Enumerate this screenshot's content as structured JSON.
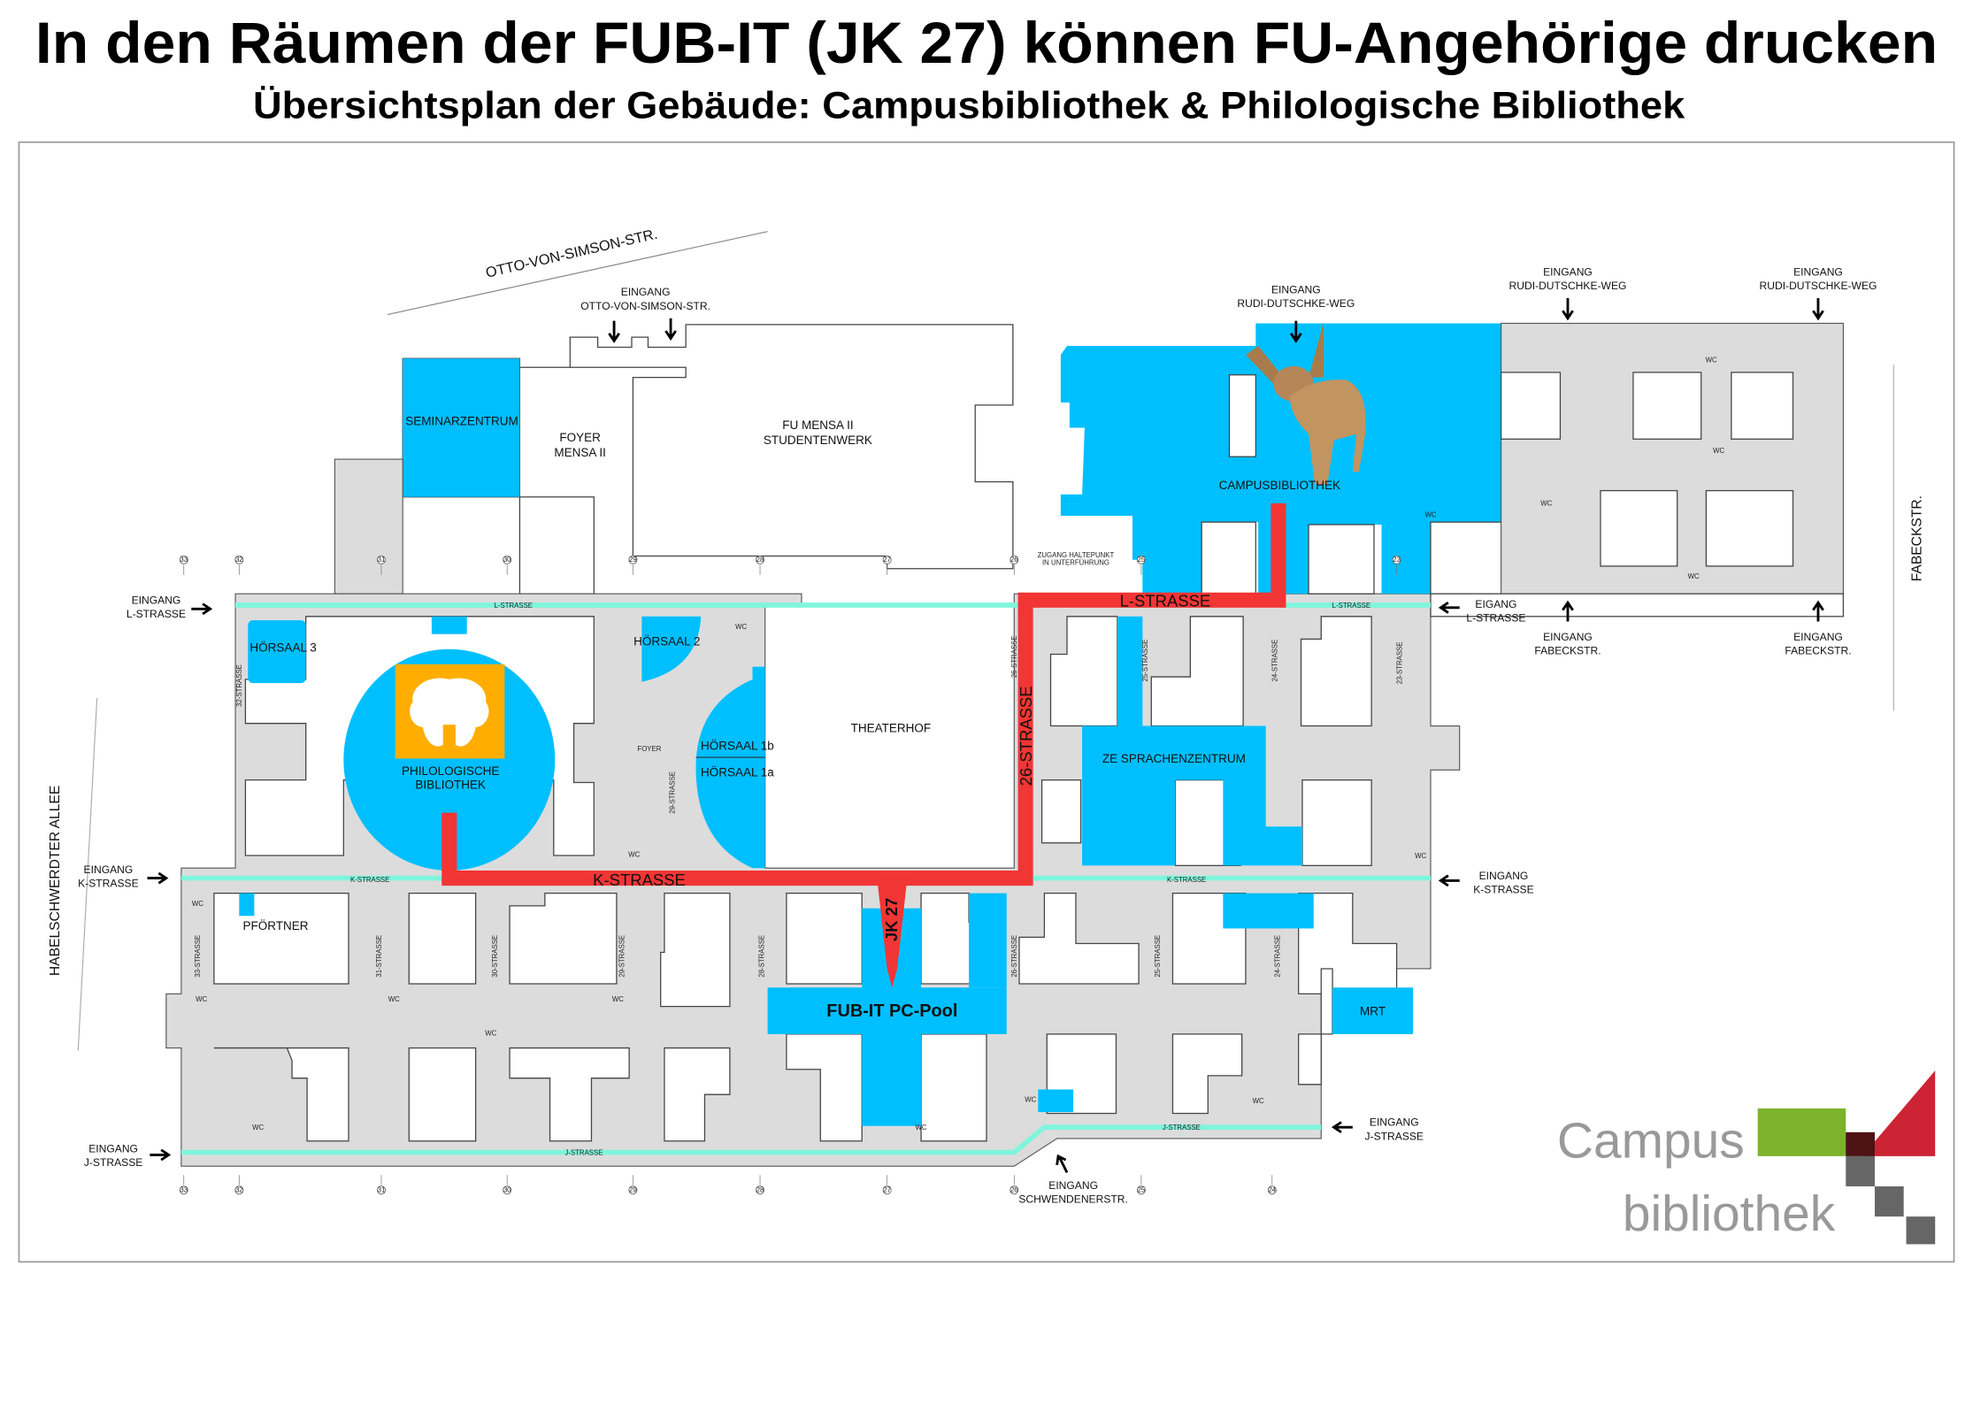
{
  "header": {
    "title": "In den Räumen der FUB-IT (JK 27) können FU-Angehörige drucken",
    "subtitle": "Übersichtsplan der Gebäude: Campusbibliothek & Philologische Bibliothek"
  },
  "colors": {
    "room_blue": "#00bfff",
    "route_red": "#f23535",
    "corridor_teal": "#7ff5dc",
    "building_gray": "#dcdcdc",
    "highlight_orange": "#ffad00"
  },
  "streets": {
    "otto": "OTTO-VON-SIMSON-STR.",
    "habel": "HABELSCHWERDTER ALLEE",
    "fabeck": "FABECKSTR."
  },
  "entrances": {
    "word": "EINGANG",
    "word_typo": "EIGANG",
    "l_strasse": "L-STRASSE",
    "k_strasse": "K-STRASSE",
    "j_strasse": "J-STRASSE",
    "otto": "OTTO-VON-SIMSON-STR.",
    "rudi": "RUDI-DUTSCHKE-WEG",
    "fabeck": "FABECKSTR.",
    "schwendener": "SCHWENDENERSTR."
  },
  "rooms": {
    "seminarzentrum": "SEMINARZENTRUM",
    "foyer_mensa_1": "FOYER",
    "foyer_mensa_2": "MENSA II",
    "mensa_1": "FU MENSA II",
    "mensa_2": "STUDENTENWERK",
    "campusbibliothek": "CAMPUSBIBLIOTHEK",
    "hoersaal3": "HÖRSAAL 3",
    "hoersaal2": "HÖRSAAL 2",
    "philo_1": "PHILOLOGISCHE",
    "philo_2": "BIBLIOTHEK",
    "foyer": "FOYER",
    "hoersaal1b": "HÖRSAAL 1b",
    "hoersaal1a": "HÖRSAAL 1a",
    "theaterhof": "THEATERHOF",
    "sprachenzentrum": "ZE SPRACHENZENTRUM",
    "pfoertner": "PFÖRTNER",
    "pcpool": "FUB-IT PC-Pool",
    "mrt": "MRT",
    "zugang_1": "ZUGANG HALTEPUNKT",
    "zugang_2": "IN UNTERFÜHRUNG",
    "wc": "WC"
  },
  "route": {
    "k": "K-STRASSE",
    "s26": "26-STRASSE",
    "l": "L-STRASSE",
    "jk": "JK 27"
  },
  "corridors": {
    "l": "L-STRASSE",
    "k": "K-STRASSE",
    "j": "J-STRASSE",
    "s32": "32-STRASSE",
    "s29": "29-STRASSE",
    "s33": "33-STRASSE",
    "s31": "31-STRASSE",
    "s30": "30-STRASSE",
    "s28": "28-STRASSE",
    "s26": "26-STRASSE",
    "s25": "25-STRASSE",
    "s24": "24-STRASSE",
    "s23": "23-STRASSE"
  },
  "axis_top": [
    "33",
    "32",
    "31",
    "30",
    "29",
    "28",
    "27",
    "26",
    "25",
    "23"
  ],
  "axis_bottom": [
    "33",
    "32",
    "31",
    "30",
    "29",
    "28",
    "27",
    "26",
    "25",
    "24"
  ],
  "logo": {
    "line1": "Campus",
    "line2": "bibliothek"
  }
}
